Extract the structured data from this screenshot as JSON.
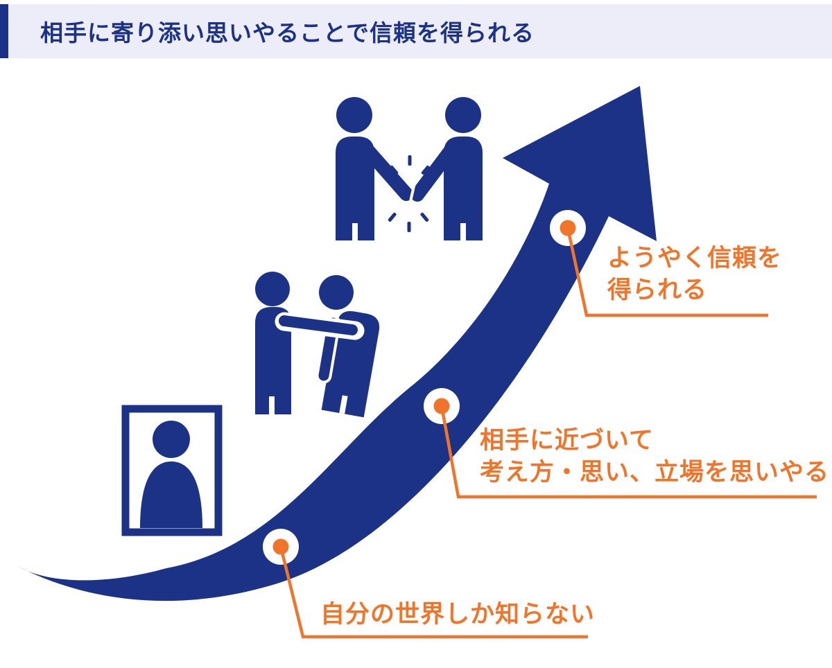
{
  "title": "相手に寄り添い思いやることで信頼を得られる",
  "stages": [
    {
      "name": "stage-1-self-world",
      "lines": [
        "自分の世界しか知らない"
      ]
    },
    {
      "name": "stage-2-approach",
      "lines": [
        "相手に近づいて",
        "考え方・思い、立場を思いやる"
      ]
    },
    {
      "name": "stage-3-trust",
      "lines": [
        "ようやく信頼を",
        "得られる"
      ]
    }
  ],
  "icons": [
    "person-in-frame-icon",
    "shoulder-pat-icon",
    "handshake-icon",
    "growth-arrow-icon",
    "milestone-dot-icon"
  ],
  "colors": {
    "navy": "#1c3287",
    "orange": "#f0752b",
    "header_bg": "#ecedf8",
    "page_bg": "#ffffff",
    "milestone_ring": "#ffffff"
  }
}
